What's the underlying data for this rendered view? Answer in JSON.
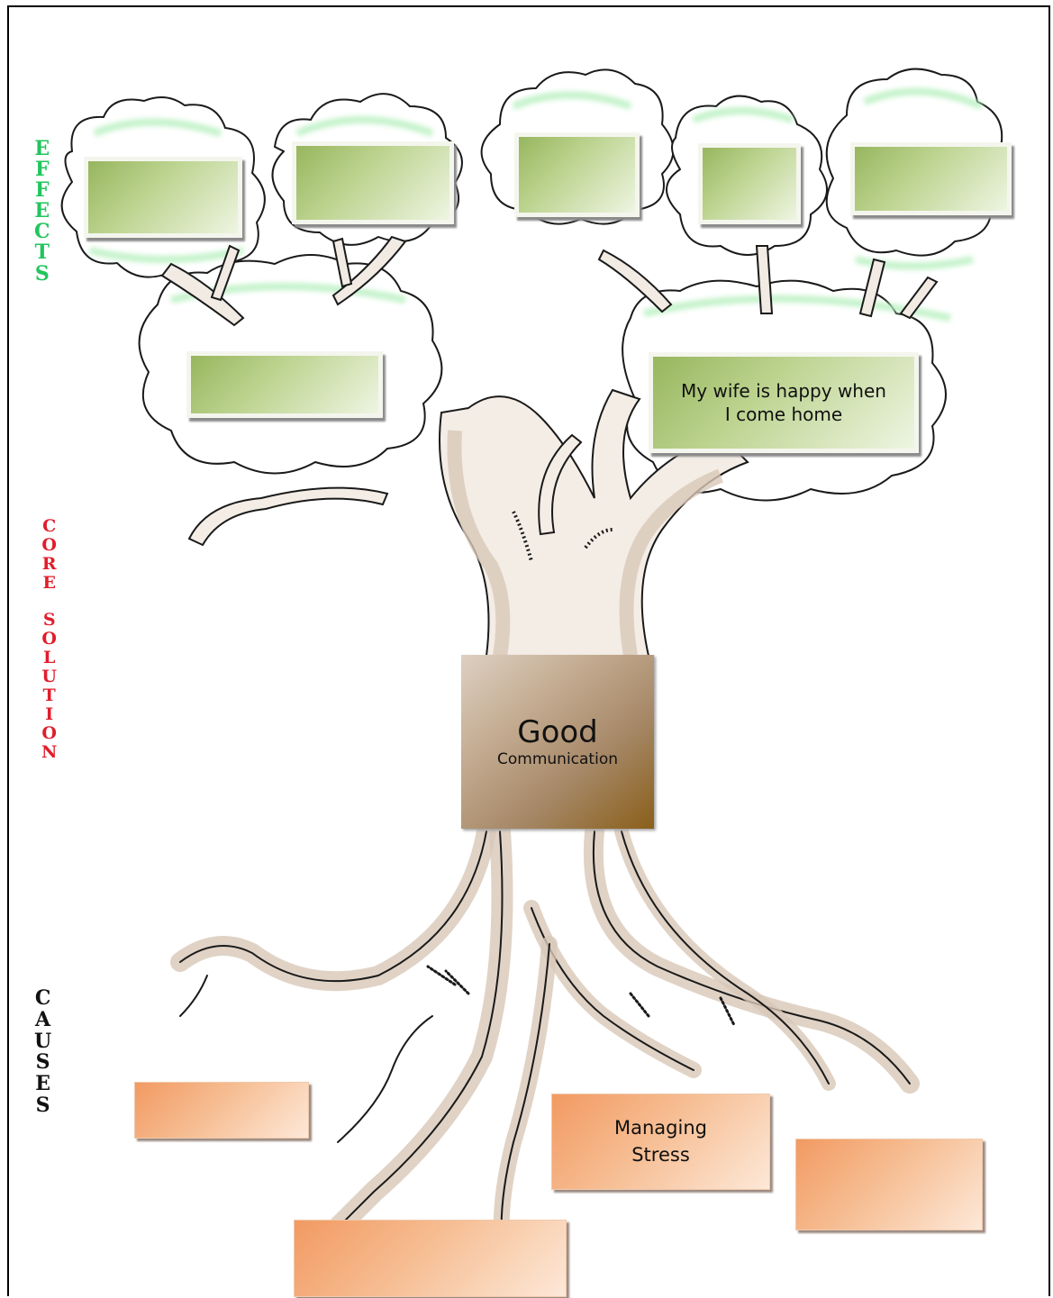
{
  "side_labels": {
    "effects": "E\nF\nF\nE\nC\nT\nS",
    "core_solution": "C\nO\nR\nE\n\nS\nO\nL\nU\nT\nI\nO\nN",
    "causes": "C\nA\nU\nS\nE\nS"
  },
  "effects": [
    {
      "id": "effect-1",
      "text": ""
    },
    {
      "id": "effect-2",
      "text": ""
    },
    {
      "id": "effect-3",
      "text": ""
    },
    {
      "id": "effect-4",
      "text": ""
    },
    {
      "id": "effect-5",
      "text": ""
    },
    {
      "id": "effect-6",
      "text": ""
    },
    {
      "id": "effect-7",
      "text": "My wife is happy when I come home"
    }
  ],
  "core": {
    "title": "Good",
    "subtitle": "Communication"
  },
  "causes": [
    {
      "id": "cause-1",
      "text": ""
    },
    {
      "id": "cause-2",
      "text": "Managing Stress"
    },
    {
      "id": "cause-3",
      "text": ""
    },
    {
      "id": "cause-4",
      "text": ""
    }
  ],
  "colors": {
    "effects_label": "#22c55e",
    "core_label": "#e11d2b",
    "causes_label": "#111111",
    "effect_box": "#a9c46f",
    "cause_box": "#f4a978",
    "core_box": "#a68867",
    "tree_outline": "#1a1a1a",
    "tree_shading": "#d8c8b8",
    "canopy_highlight": "#b8f0c0"
  }
}
